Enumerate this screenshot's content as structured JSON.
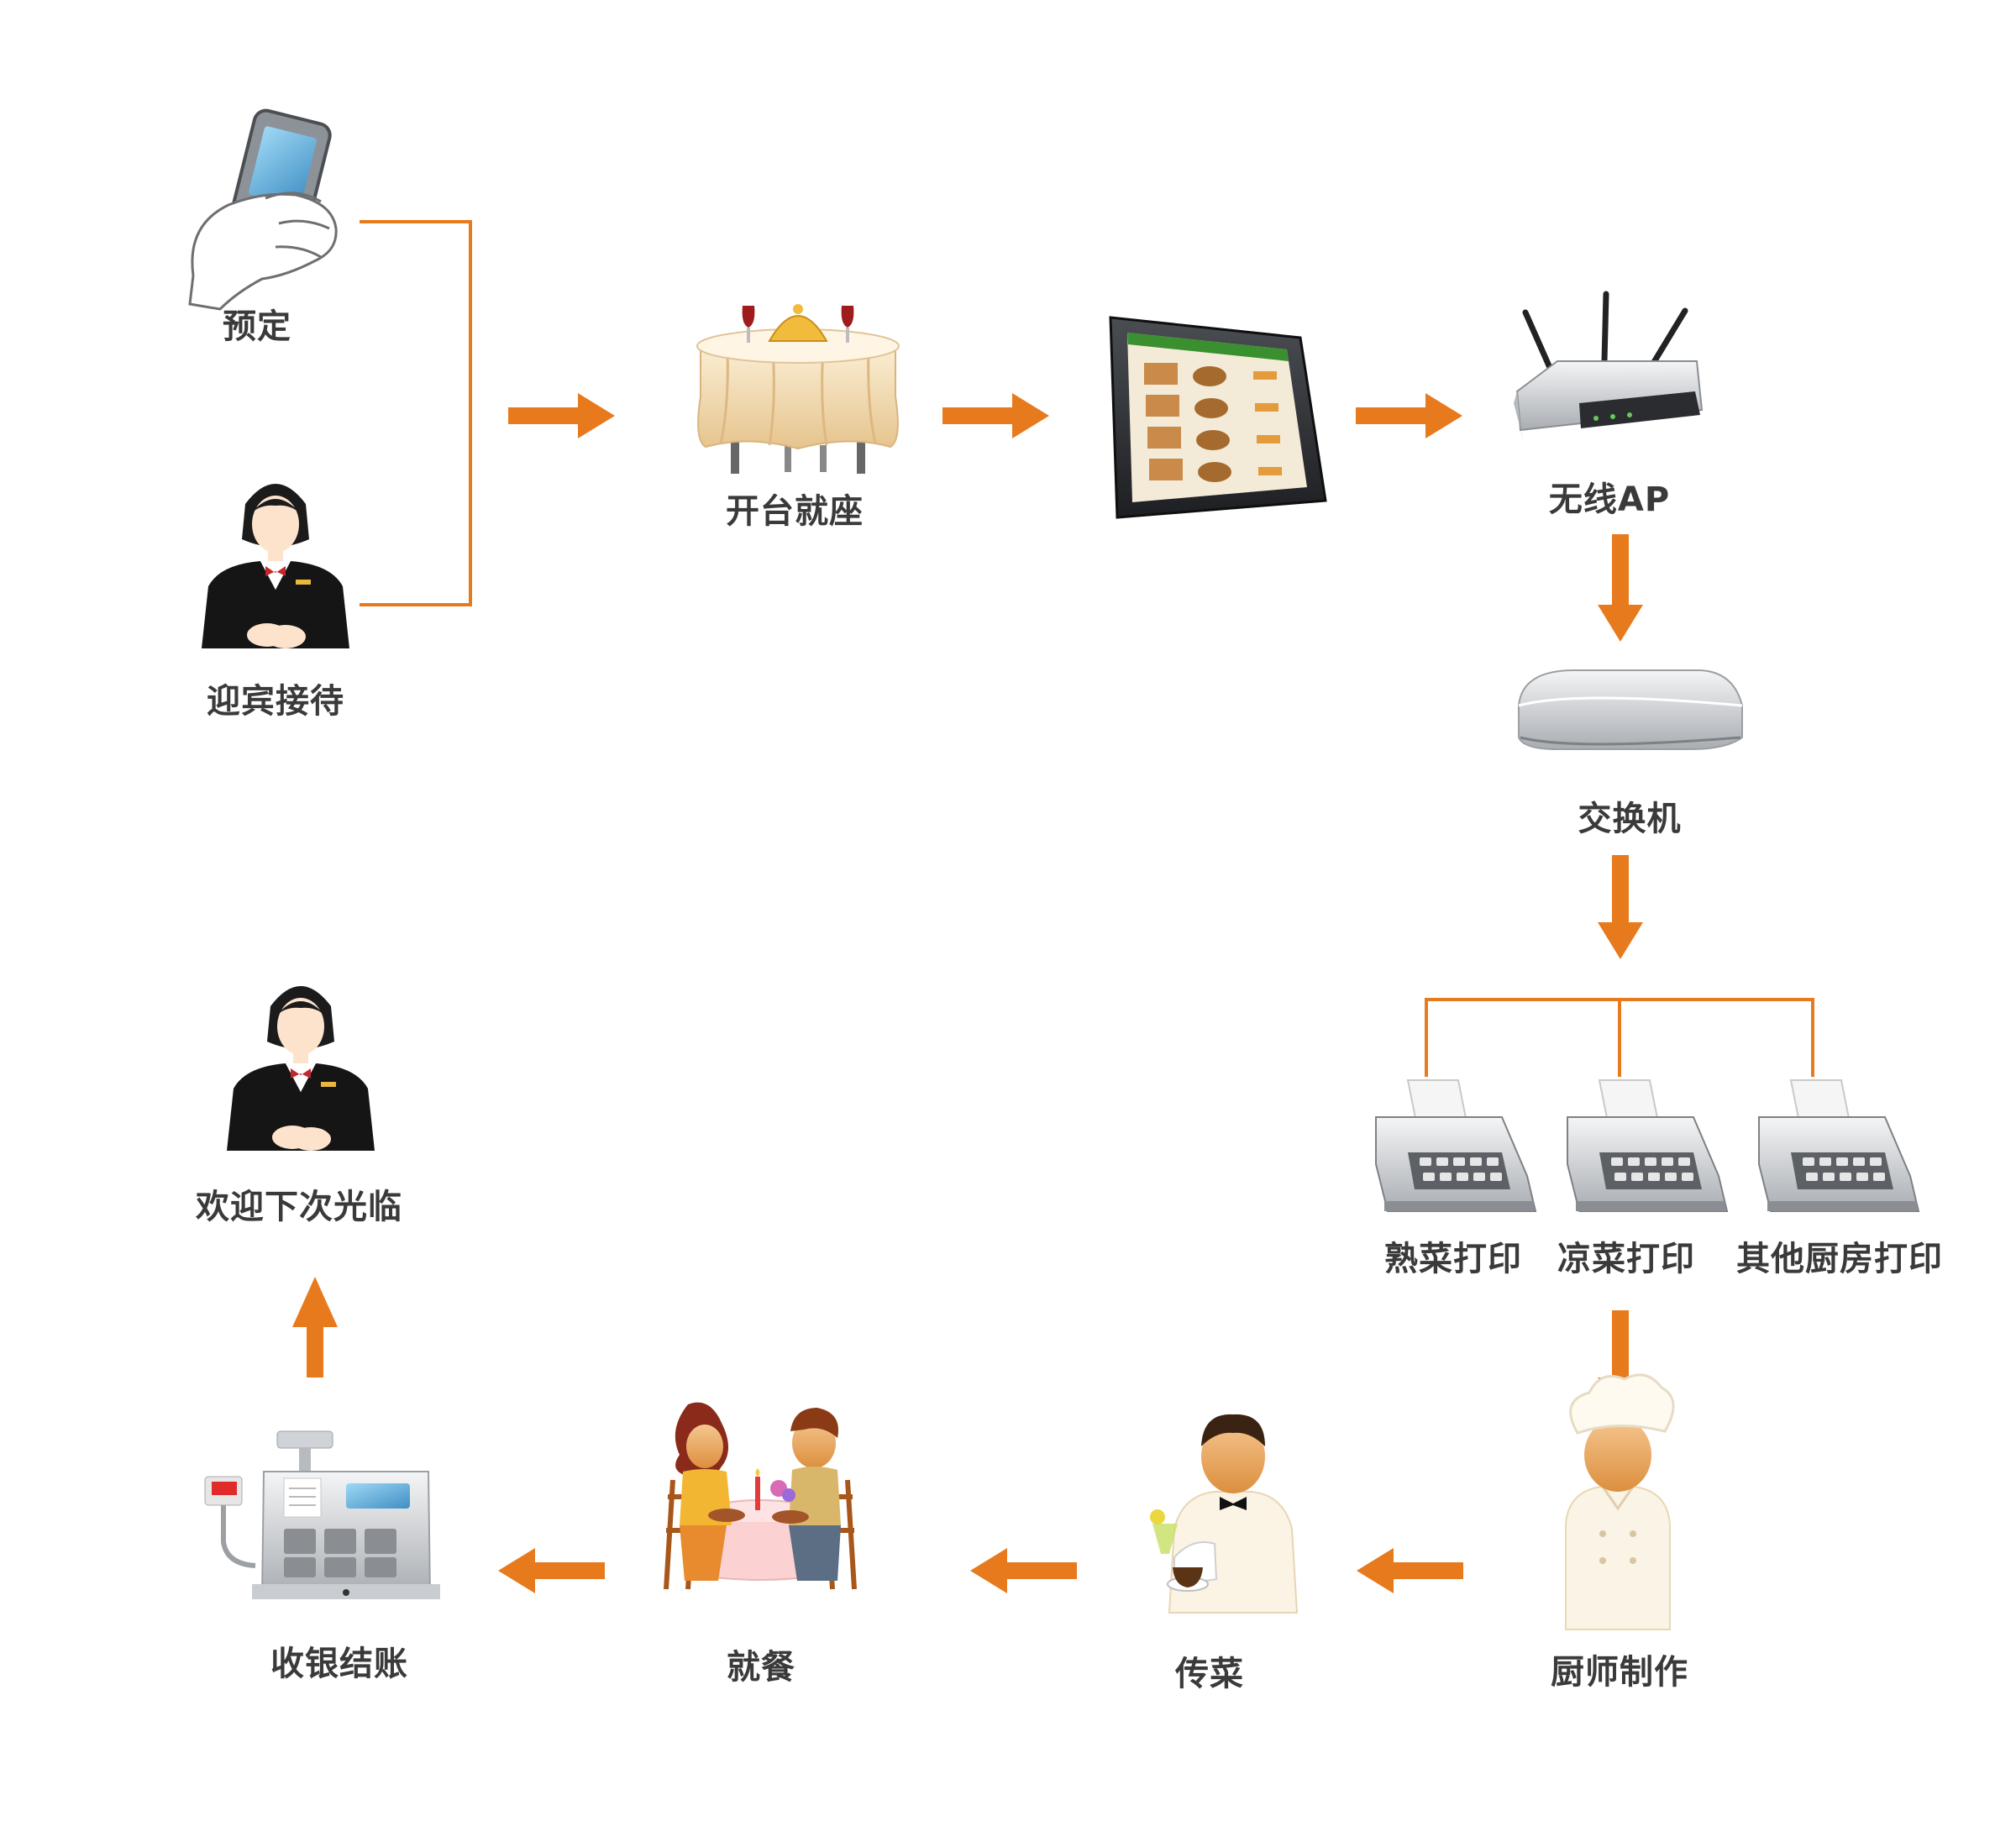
{
  "colors": {
    "accent": "#E87A1E",
    "text": "#3a3a3a"
  },
  "nodes": {
    "reserve": {
      "label": "预定",
      "icon": "hand-phone-icon"
    },
    "greet": {
      "label": "迎宾接待",
      "icon": "receptionist-icon"
    },
    "seating": {
      "label": "开台就座",
      "icon": "dining-table-icon"
    },
    "tablet": {
      "label": "",
      "icon": "tablet-menu-icon"
    },
    "wireless_ap": {
      "label": "无线AP",
      "icon": "wireless-router-icon"
    },
    "switch": {
      "label": "交换机",
      "icon": "network-switch-icon"
    },
    "printer_hot": {
      "label": "熟菜打印",
      "icon": "printer-icon"
    },
    "printer_cold": {
      "label": "凉菜打印",
      "icon": "printer-icon"
    },
    "printer_other": {
      "label": "其他厨房打印",
      "icon": "printer-icon"
    },
    "chef": {
      "label": "厨师制作",
      "icon": "chef-icon"
    },
    "serve": {
      "label": "传菜",
      "icon": "waiter-icon"
    },
    "dine": {
      "label": "就餐",
      "icon": "diners-icon"
    },
    "cashier": {
      "label": "收银结账",
      "icon": "cash-register-icon"
    },
    "farewell": {
      "label": "欢迎下次光临",
      "icon": "receptionist-icon"
    }
  }
}
